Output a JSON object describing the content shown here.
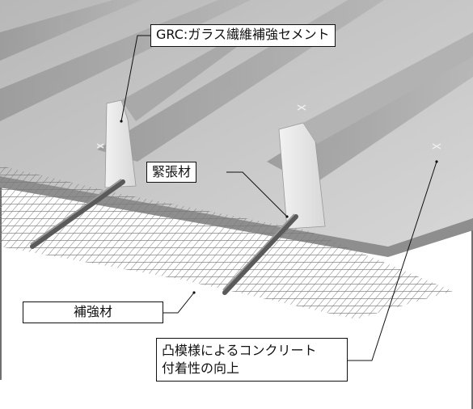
{
  "labels": {
    "grc": "GRC:ガラス繊維補強セメント",
    "tendon": "緊張材",
    "reinforcement": "補強材",
    "bump_line1": "凸模様によるコンクリート",
    "bump_line2": "付着性の向上"
  },
  "colors": {
    "background": "#ffffff",
    "panel_top": "#c9c9c9",
    "panel_shadow": "#8a8a8a",
    "rib": "#e2e2e2",
    "mesh": "#777777",
    "tendon": "#6a6a6a",
    "border": "#111111"
  }
}
